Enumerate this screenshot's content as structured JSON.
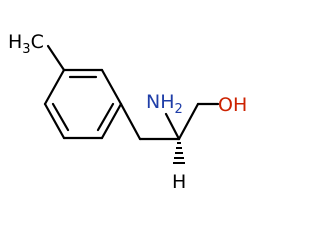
{
  "molecule": {
    "labels": {
      "methyl": {
        "main": "H",
        "sub": "3",
        "tail": "C"
      },
      "amine": {
        "main": "NH",
        "sub": "2"
      },
      "hydroxyl": "OH",
      "stereo_h": "H"
    }
  },
  "colors": {
    "bond": "#000000",
    "methyl_label": "#000000",
    "amine_label": "#1f3ea8",
    "hydroxyl_label": "#cc2200",
    "stereo_h_label": "#000000"
  }
}
